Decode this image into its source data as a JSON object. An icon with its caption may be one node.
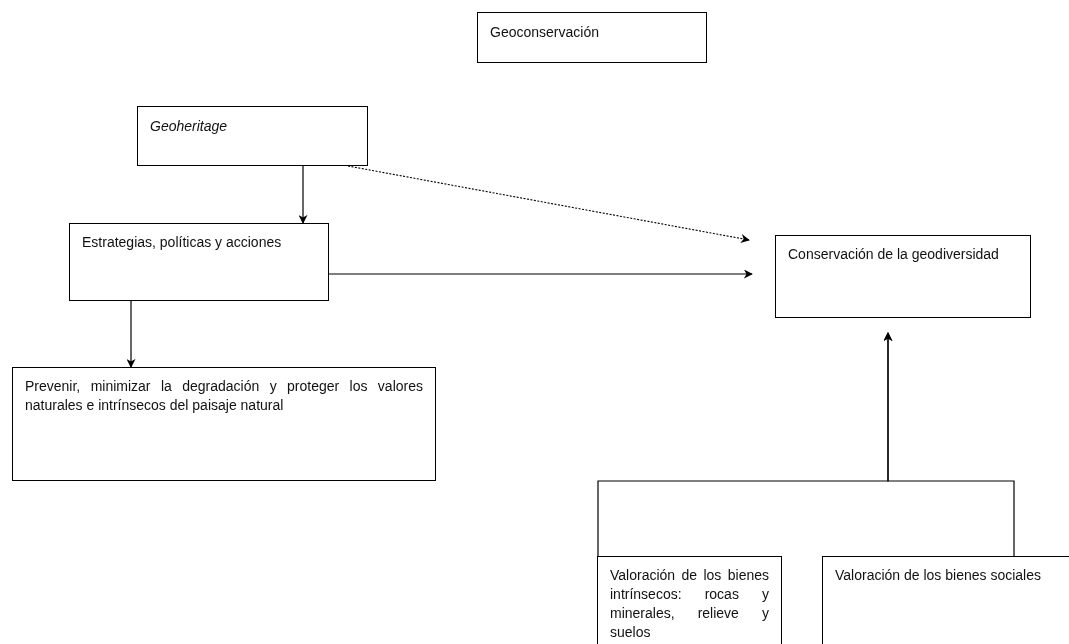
{
  "diagram": {
    "nodes": [
      {
        "text": [
          "Geoconservación"
        ]
      },
      {
        "text": [
          "Geoheritage"
        ]
      },
      {
        "text": [
          "Estrategias, políticas y acciones"
        ]
      },
      {
        "text": [
          "Conservación de la geodiversidad"
        ]
      },
      {
        "text": [
          "Prevenir, minimizar la degradación y proteger los valores naturales e intrínsecos del paisaje natural"
        ]
      },
      {
        "text": [
          "Valoración de los bienes intrínsecos: rocas y minerales, relieve y suelos"
        ]
      },
      {
        "text": [
          "Valoración de los bienes sociales"
        ]
      }
    ],
    "edges": [
      {
        "from": 1,
        "to": 2,
        "arrow": "to"
      },
      {
        "from": 1,
        "to": 3,
        "arrow": "to",
        "style": "dashed"
      },
      {
        "from": 2,
        "to": 3,
        "arrow": "to"
      },
      {
        "from": 2,
        "to": 4,
        "arrow": "to"
      },
      {
        "from": 5,
        "to": 3,
        "arrow": "to"
      },
      {
        "from": 6,
        "to": 3,
        "arrow": "to"
      }
    ]
  }
}
